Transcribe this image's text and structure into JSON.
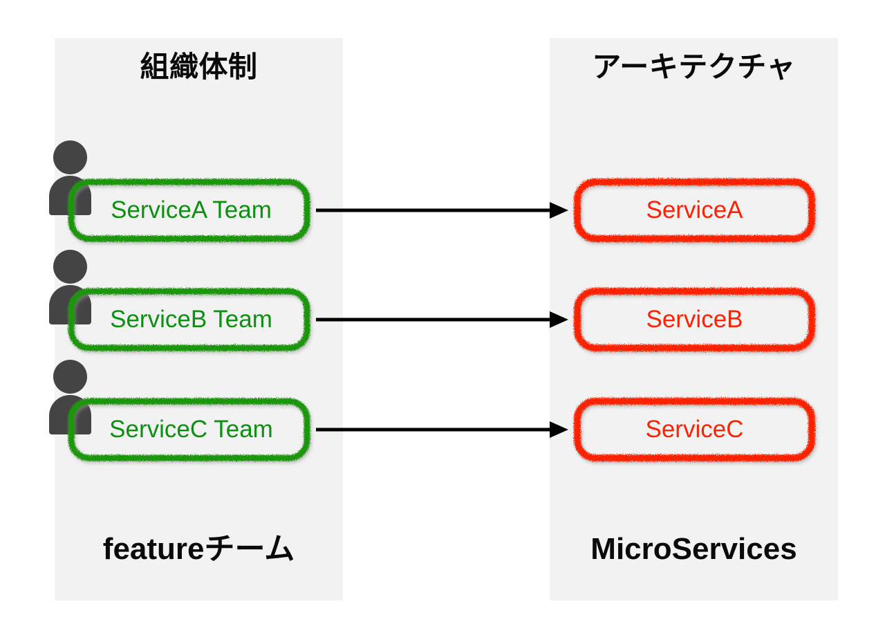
{
  "diagram": {
    "title_left": "組織体制",
    "title_right": "アーキテクチャ",
    "footer_left": "featureチーム",
    "footer_right": "MicroServices",
    "colors": {
      "panel_bg": "#f2f2f2",
      "page_bg": "#ffffff",
      "team_green": "#0c9010",
      "service_red": "#fb2205",
      "person_gray": "#444444",
      "arrow_black": "#000000",
      "heading_black": "#0a0a0a"
    },
    "rows": [
      {
        "person_icon": "person-icon",
        "team_label": "ServiceA Team",
        "arrow_icon": "arrow-right-icon",
        "service_label": "ServiceA"
      },
      {
        "person_icon": "person-icon",
        "team_label": "ServiceB Team",
        "arrow_icon": "arrow-right-icon",
        "service_label": "ServiceB"
      },
      {
        "person_icon": "person-icon",
        "team_label": "ServiceC Team",
        "arrow_icon": "arrow-right-icon",
        "service_label": "ServiceC"
      }
    ]
  }
}
